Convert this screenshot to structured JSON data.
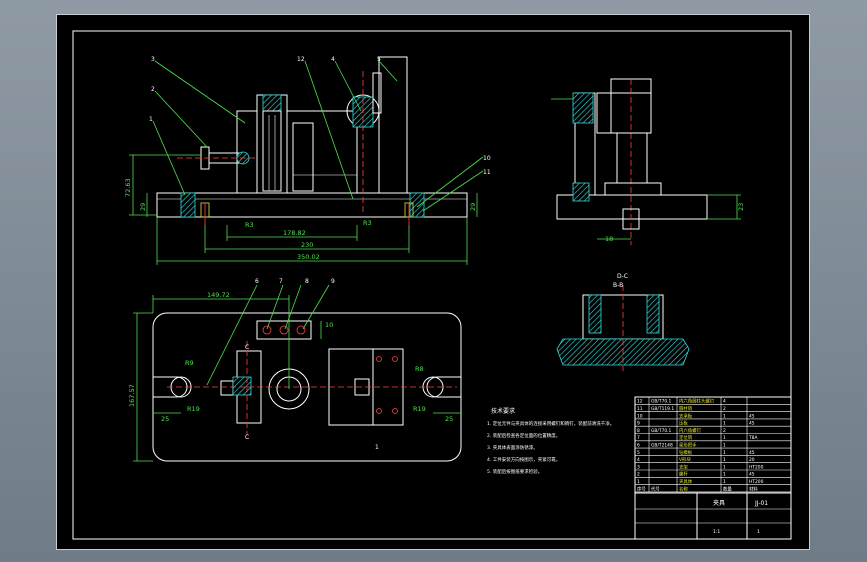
{
  "front_view": {
    "balloons": [
      "3",
      "2",
      "1",
      "12",
      "4",
      "5",
      "10",
      "11"
    ],
    "dims": {
      "h1": "72.63",
      "h2": "29",
      "h3": "29",
      "w1": "178.82",
      "w2": "230",
      "w3": "350.02",
      "r1": "R3",
      "r2": "R3"
    }
  },
  "side_view": {
    "dims": {
      "h": "23",
      "w": "18"
    }
  },
  "section_view": {
    "label": "D-C",
    "sublabel": "B-B"
  },
  "top_view": {
    "balloons": [
      "6",
      "7",
      "8",
      "9"
    ],
    "dims": {
      "w": "149.72",
      "h": "167.57",
      "side": "10",
      "r_left_top": "R9",
      "r_left_bot": "R19",
      "r_right_top": "R8",
      "r_right_bot": "R19",
      "left_w": "25",
      "right_w": "25"
    },
    "section_marks": [
      "C",
      "C"
    ],
    "center_label": "1"
  },
  "notes": {
    "title": "技术要求",
    "lines": [
      "1. 定位元件与夹具体的连接采用螺钉和销钉，装配前清洗干净。",
      "2. 装配后检查各定位面的位置精度。",
      "3. 夹具体表面涂防锈漆。",
      "4. 工件安装方向按图示，夹紧可靠。",
      "5. 装配后按图纸要求检验。"
    ]
  },
  "title_block": {
    "rows": [
      [
        "12",
        "GB/T70.1",
        "内六角圆柱头螺钉",
        "4",
        ""
      ],
      [
        "11",
        "GB/T119.1",
        "圆柱销",
        "2",
        ""
      ],
      [
        "10",
        "",
        "支承板",
        "1",
        "45"
      ],
      [
        "9",
        "",
        "压板",
        "1",
        "45"
      ],
      [
        "8",
        "GB/T70.1",
        "内六角螺钉",
        "2",
        ""
      ],
      [
        "7",
        "",
        "定位销",
        "1",
        "T8A"
      ],
      [
        "6",
        "GB/T2148",
        "星形把手",
        "1",
        ""
      ],
      [
        "5",
        "",
        "钻模板",
        "1",
        "45"
      ],
      [
        "4",
        "",
        "V形块",
        "1",
        "20"
      ],
      [
        "3",
        "",
        "支架",
        "1",
        "HT200"
      ],
      [
        "2",
        "",
        "螺杆",
        "1",
        "45"
      ],
      [
        "1",
        "",
        "夹具体",
        "1",
        "HT200"
      ]
    ],
    "headers": [
      "序号",
      "代号",
      "名称",
      "数量",
      "材料"
    ],
    "drawing_title": "夹具",
    "drawing_no": "JJ-01",
    "scale": "1:1",
    "sheet": "1"
  }
}
